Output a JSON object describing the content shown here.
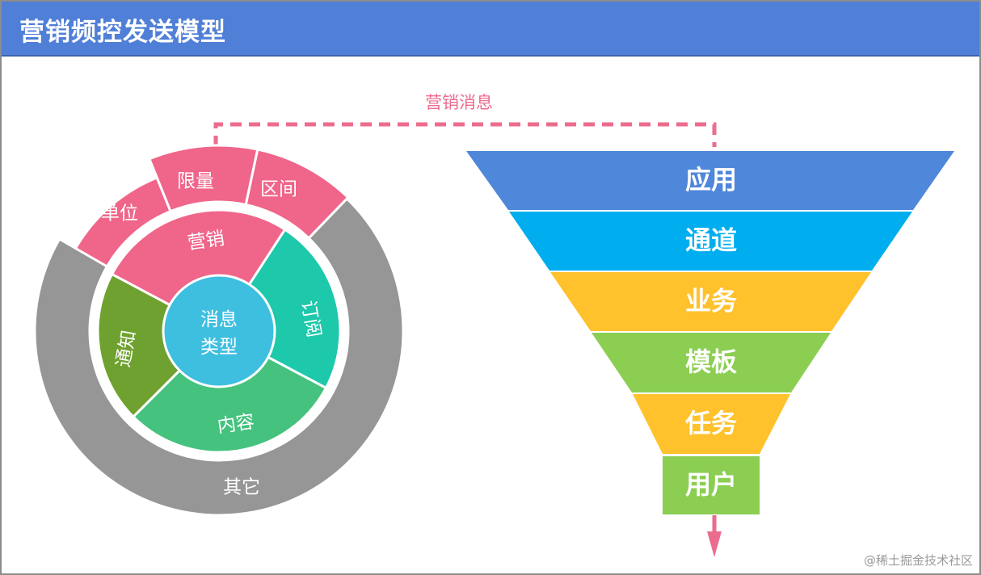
{
  "title": "营销频控发送模型",
  "connector": {
    "label": "营销消息"
  },
  "wheel": {
    "center": {
      "line1": "消息",
      "line2": "类型"
    },
    "middle_ring": [
      {
        "label": "营销",
        "color": "#f0658a"
      },
      {
        "label": "订阅",
        "color": "#1ec8aa"
      },
      {
        "label": "内容",
        "color": "#44c27e"
      },
      {
        "label": "通知",
        "color": "#6ea12f"
      }
    ],
    "outer_ring": [
      {
        "label": "单位",
        "color": "#f0658a"
      },
      {
        "label": "限量",
        "color": "#f0658a"
      },
      {
        "label": "区间",
        "color": "#f0658a"
      },
      {
        "label": "其它",
        "color": "#969696"
      }
    ],
    "center_color": "#3fbfe0"
  },
  "funnel": {
    "layers": [
      {
        "label": "应用",
        "color": "#4f87db"
      },
      {
        "label": "通道",
        "color": "#00aeef"
      },
      {
        "label": "业务",
        "color": "#ffc12c"
      },
      {
        "label": "模板",
        "color": "#8bce52"
      },
      {
        "label": "任务",
        "color": "#ffc12c"
      },
      {
        "label": "用户",
        "color": "#8bce52"
      }
    ]
  },
  "accent_color": "#ec6c8e",
  "watermark": "@稀土掘金技术社区"
}
